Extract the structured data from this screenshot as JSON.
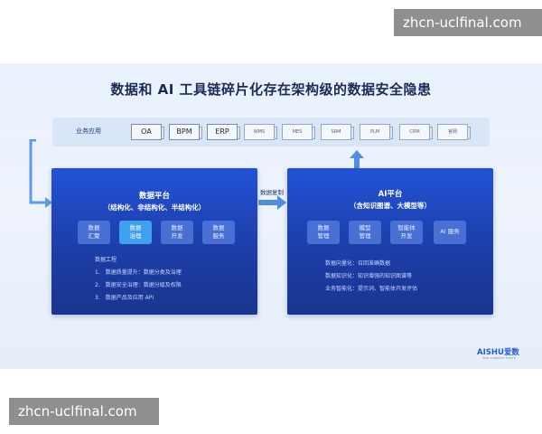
{
  "watermark": "zhcn-uclfinal.com",
  "slide": {
    "title": "数据和 AI 工具链碎片化存在架构级的数据安全隐患",
    "apps_label": "业务应用",
    "apps": [
      "OA",
      "BPM",
      "ERP",
      "WMS",
      "MES",
      "SRM",
      "PLM",
      "CRM",
      "官网"
    ],
    "link_label": "数据复制",
    "data_platform": {
      "title": "数据平台",
      "subtitle": "（结构化、非结构化、半结构化）",
      "chips": [
        {
          "top": "数据",
          "bottom": "汇聚",
          "highlight": false
        },
        {
          "top": "数据",
          "bottom": "治理",
          "highlight": true
        },
        {
          "top": "数据",
          "bottom": "开发",
          "highlight": false
        },
        {
          "top": "数据",
          "bottom": "服务",
          "highlight": false
        }
      ],
      "notes_title": "数据工程",
      "notes": [
        "1.　数据质量提升：数据分类及治理",
        "2.　数据安全治理：数据分级及权限",
        "3.　数据产品及应用 API"
      ]
    },
    "ai_platform": {
      "title": "AI平台",
      "subtitle": "（含知识图谱、大模型等）",
      "chips": [
        {
          "top": "数据",
          "bottom": "管理",
          "highlight": false
        },
        {
          "top": "模型",
          "bottom": "管理",
          "highlight": false
        },
        {
          "top": "智能体",
          "bottom": "开发",
          "highlight": false
        },
        {
          "top": "AI 服务",
          "bottom": "",
          "highlight": false
        }
      ],
      "notes": [
        "数据向量化：召回准确数据",
        "数据知识化：知识增强的知识图谱等",
        "业务智能化：提示词、智能体开发评估"
      ]
    },
    "logo": "AISHU爱数",
    "logo_sub": "Your customer future"
  }
}
